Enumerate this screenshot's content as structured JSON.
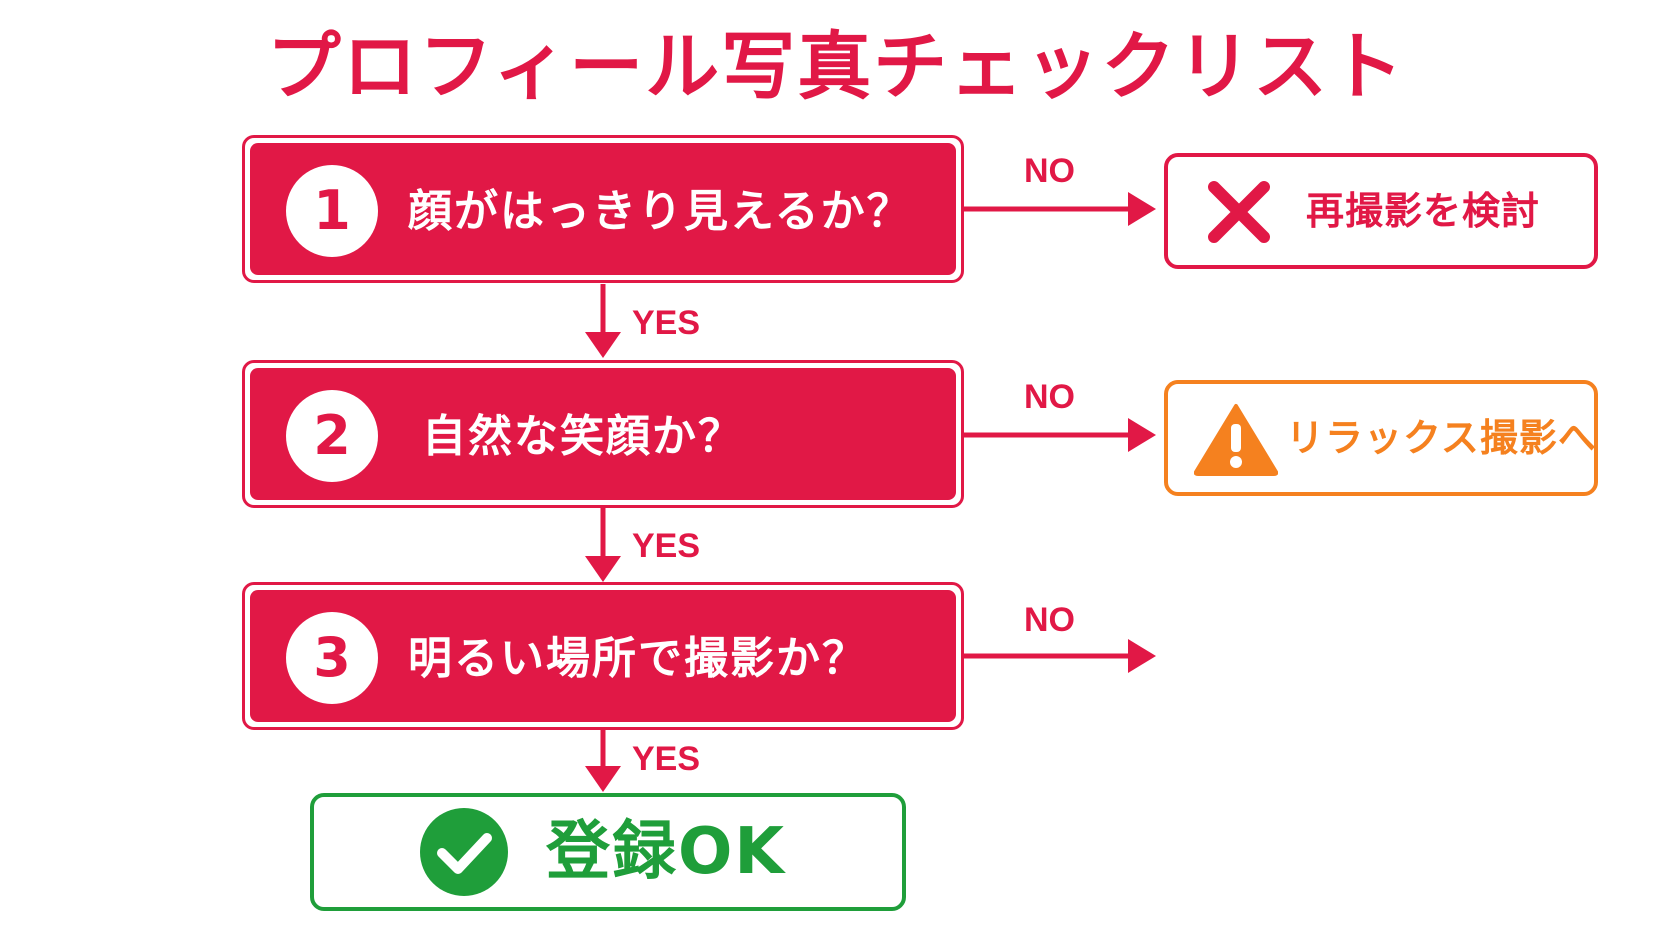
{
  "title": "プロフィール写真チェックリスト",
  "colors": {
    "primary_red": "#e11846",
    "warning_orange": "#f5811f",
    "success_green": "#1f9e3a"
  },
  "steps": [
    {
      "number": "1",
      "question": "顔がはっきり見えるか？",
      "yes_label": "YES",
      "no_label": "NO"
    },
    {
      "number": "2",
      "question": "自然な笑顔か？",
      "yes_label": "YES",
      "no_label": "NO"
    },
    {
      "number": "3",
      "question": "明るい場所で撮影か？",
      "yes_label": "YES",
      "no_label": "NO"
    }
  ],
  "outcomes": {
    "retake": {
      "text": "再撮影を検討",
      "icon": "x-mark-icon"
    },
    "relax": {
      "text": "リラックス撮影へ",
      "icon": "warning-icon"
    },
    "ok": {
      "text": "登録OK",
      "icon": "check-circle-icon"
    }
  }
}
